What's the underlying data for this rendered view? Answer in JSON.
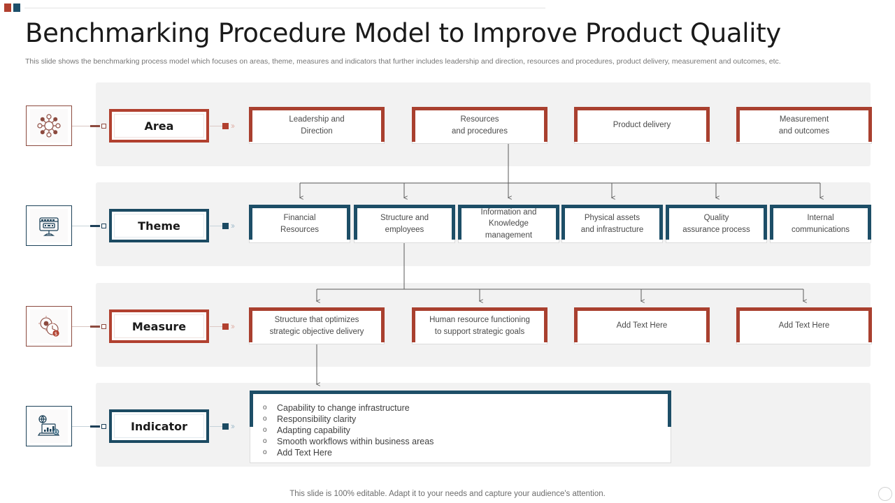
{
  "brand": {
    "mark_red": "#b1402f",
    "mark_teal": "#1d4f6b"
  },
  "header": {
    "title": "Benchmarking Procedure Model to Improve Product Quality",
    "subtitle": "This slide shows the benchmarking process model which focuses on areas, theme, measures and indicators that further includes leadership and direction, resources and procedures, product delivery, measurement and outcomes, etc."
  },
  "colors": {
    "red": "#b1402f",
    "teal": "#1b4a62",
    "band": "#f2f2f2"
  },
  "rows": [
    {
      "key": "area",
      "label": "Area",
      "accent": "red",
      "icon": "network-hub-icon",
      "cards": [
        "Leadership and\nDirection",
        "Resources\nand procedures",
        "Product delivery",
        "Measurement\nand outcomes"
      ]
    },
    {
      "key": "theme",
      "label": "Theme",
      "accent": "teal",
      "icon": "monitor-dashboard-icon",
      "cards": [
        "Financial\nResources",
        "Structure and\nemployees",
        "Information  and\nKnowledge\nmanagement",
        "Physical assets\nand infrastructure",
        "Quality\nassurance process",
        "Internal\ncommunications"
      ]
    },
    {
      "key": "measure",
      "label": "Measure",
      "accent": "red",
      "icon": "gear-clock-icon",
      "cards": [
        "Structure that optimizes\nstrategic objective  delivery",
        "Human resource functioning\nto support strategic goals",
        "Add Text Here",
        "Add Text Here"
      ]
    },
    {
      "key": "indicator",
      "label": "Indicator",
      "accent": "teal",
      "icon": "laptop-analytics-icon",
      "list": [
        "Capability to change infrastructure",
        "Responsibility clarity",
        "Adapting capability",
        "Smooth workflows within business areas",
        "Add Text Here"
      ]
    }
  ],
  "footer": {
    "note": "This slide is 100% editable. Adapt it to your needs and capture your audience's attention."
  }
}
